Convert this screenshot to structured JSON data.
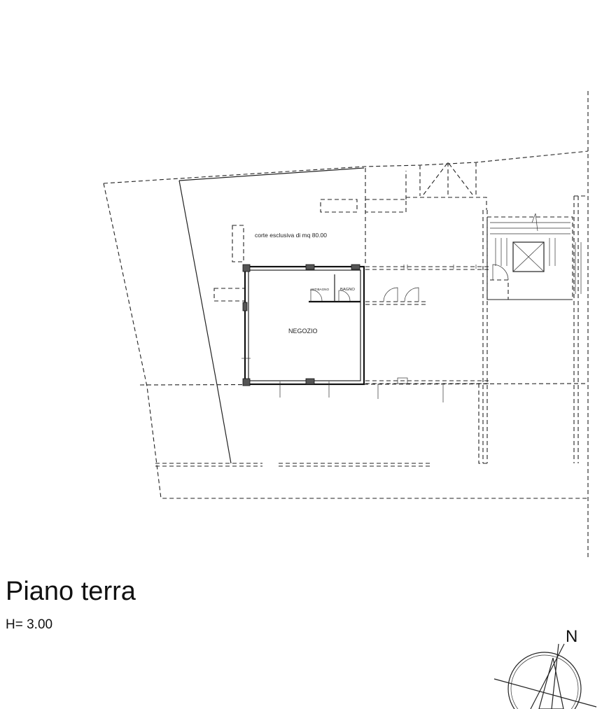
{
  "plan": {
    "court_label": "corte esclusiva di mq 80.00",
    "shop_label": "NEGOZIO",
    "antibagno_label": "ANTIBAGNO",
    "bagno_label": "BAGNO"
  },
  "title": "Piano terra",
  "height": "H= 3.00",
  "north": "N"
}
